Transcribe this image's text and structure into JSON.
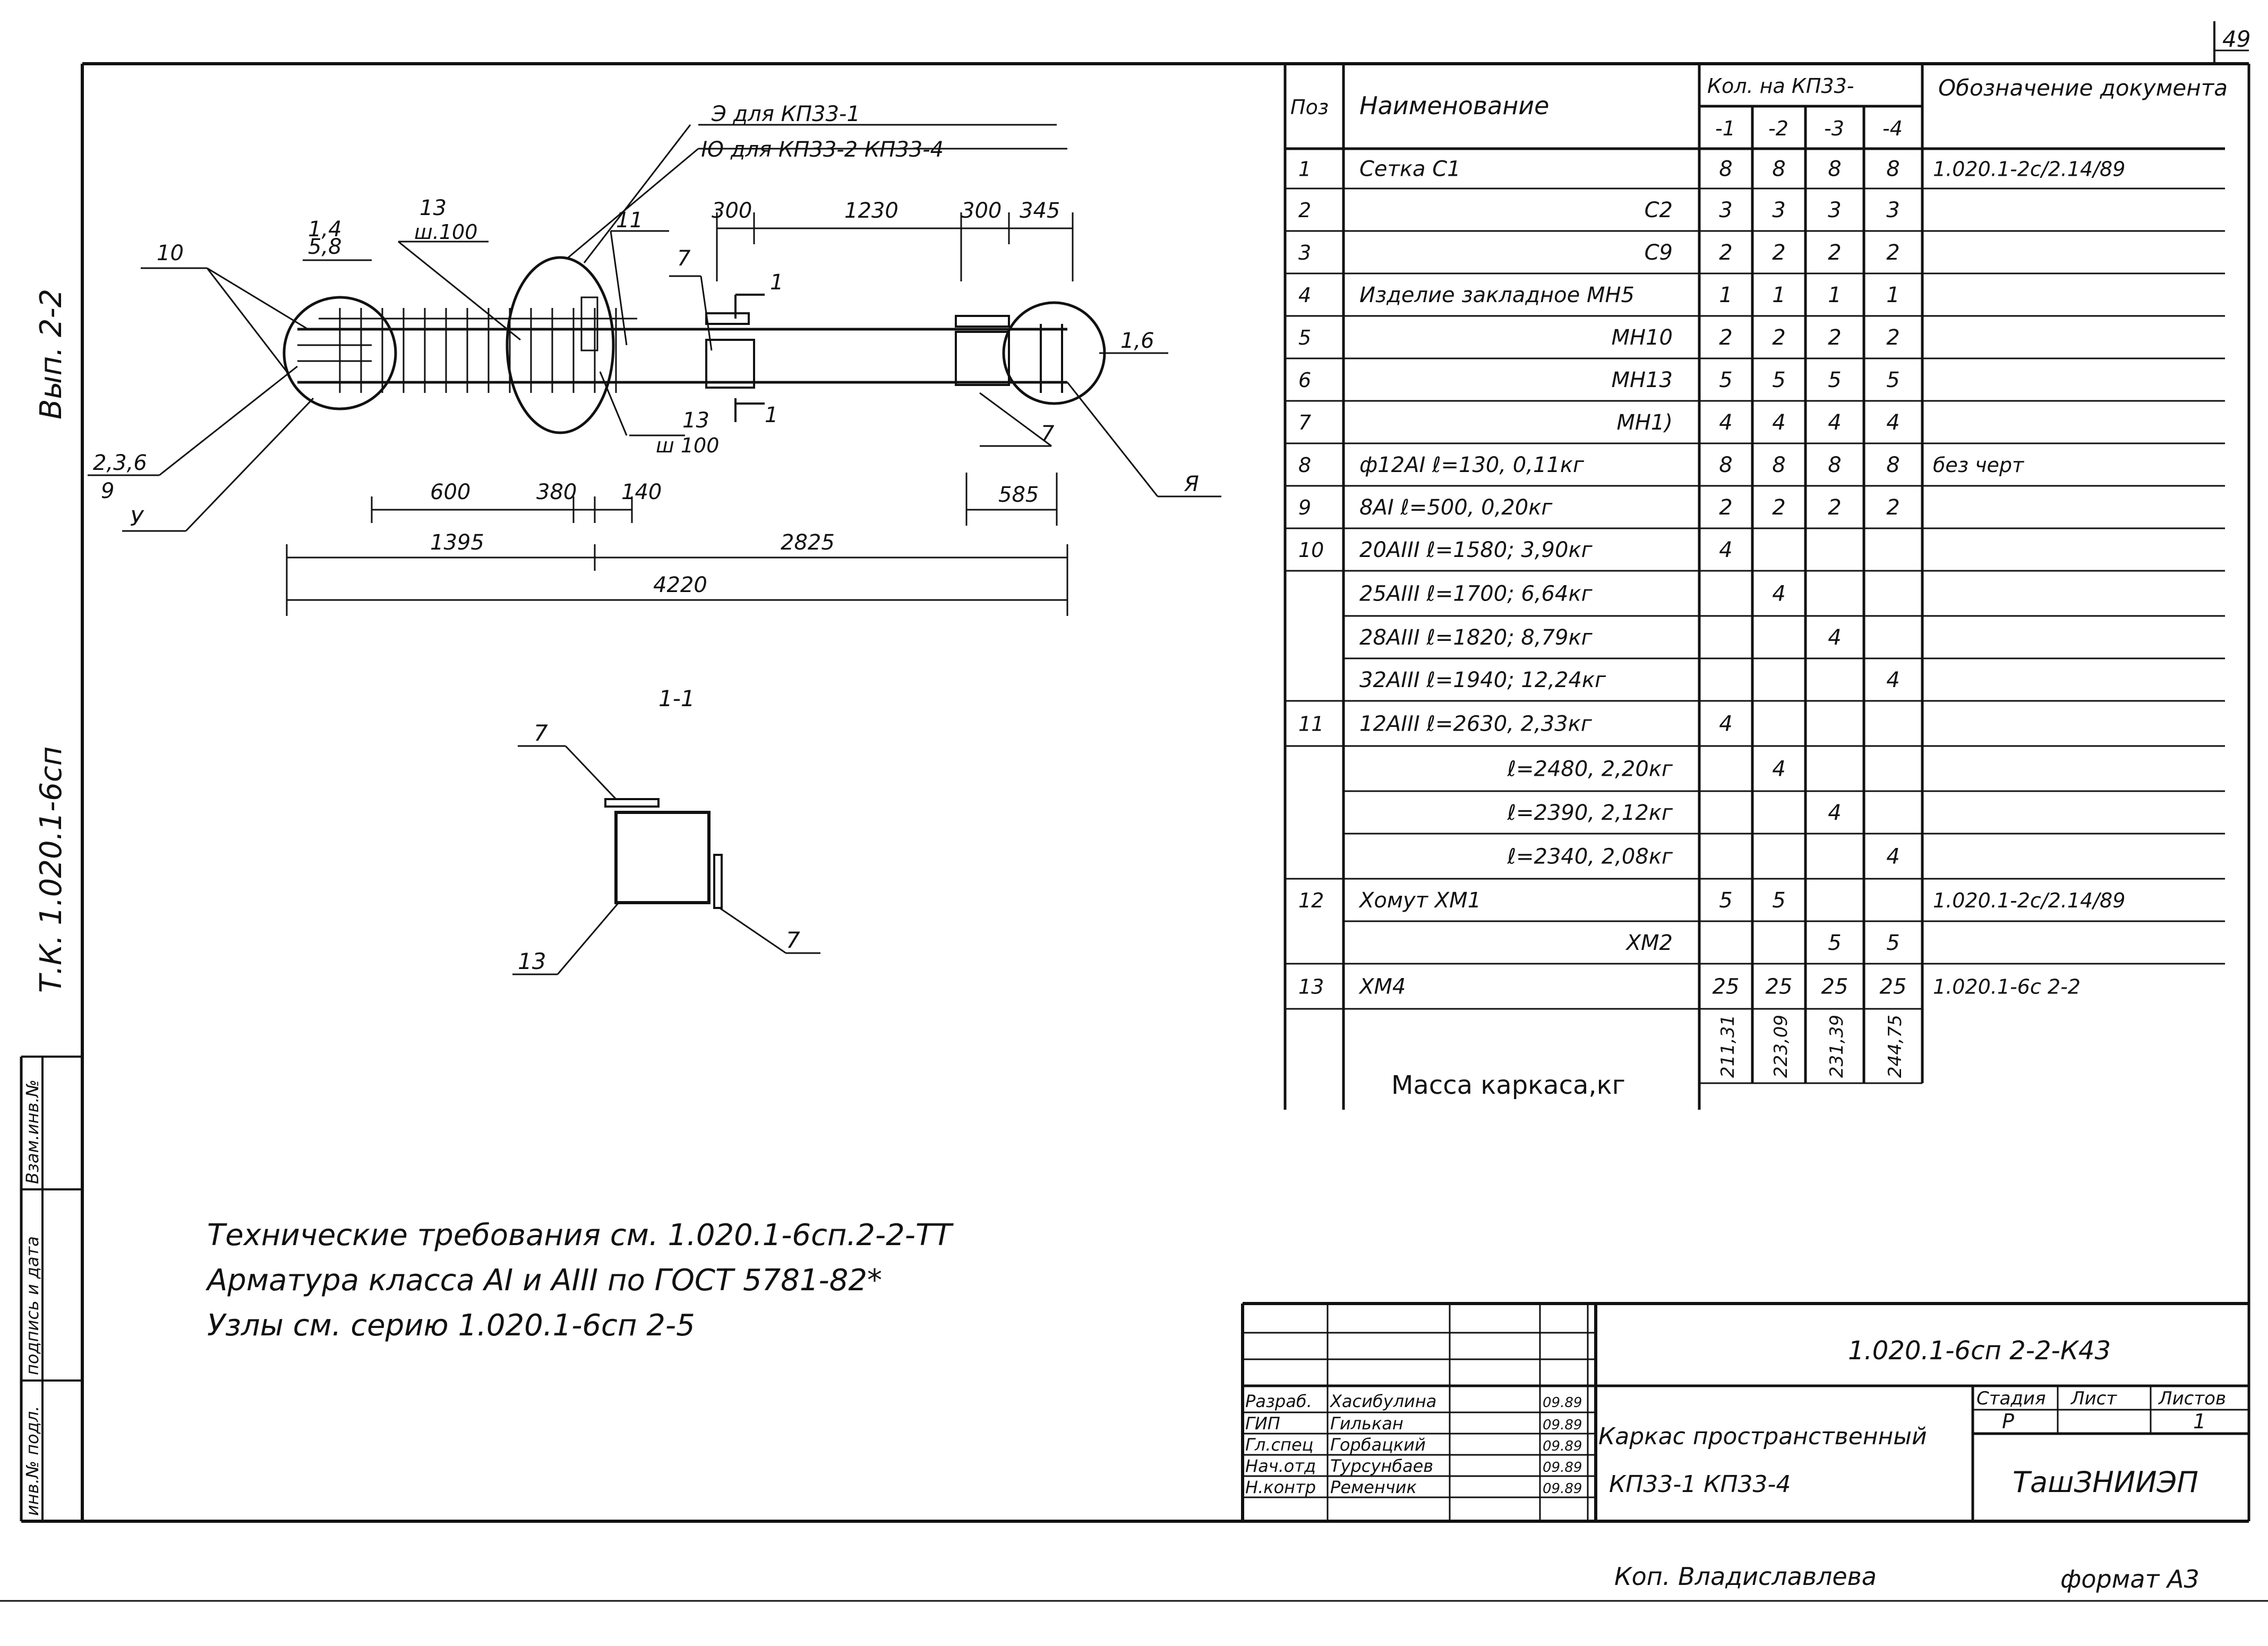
{
  "sheet": {
    "page_number": "49",
    "side_issue": "Вып. 2-2",
    "side_series": "Т.К. 1.020.1-6сп",
    "stamp_cols": [
      "инв.№ подл.",
      "подпись и дата",
      "Взам.инв.№"
    ],
    "copied_by": "Коп. Владиславлева",
    "format": "формат А3"
  },
  "drawing": {
    "callout_marks": [
      "Э для КП33-1",
      "Ю для КП33-2   КП33-4"
    ],
    "callout_positions": [
      "1,4\n5,8",
      "13\nш.100",
      "10",
      "11",
      "7",
      "1",
      "13\nш 100",
      "1",
      "1,6",
      "7",
      "Я",
      "2,3,6\n9",
      "У"
    ],
    "callout_labels": {
      "p14": "1,4",
      "p58": "5,8",
      "p13a": "13",
      "p13a_step": "ш.100",
      "p10": "10",
      "p11": "11",
      "p7a": "7",
      "s1a": "1",
      "p13b": "13",
      "p13b_step": "ш 100",
      "s1b": "1",
      "p16": "1,6",
      "p7b": "7",
      "pYa": "Я",
      "p236": "2,3,6",
      "p9": "9",
      "pU": "У"
    },
    "dims_top": [
      "300",
      "1230",
      "300",
      "345"
    ],
    "dims_bottom_1": [
      "600",
      "380",
      "140",
      "585"
    ],
    "dims_bottom_2": [
      "1395",
      "2825"
    ],
    "dim_total": "4220",
    "section": {
      "title": "1-1",
      "labels": [
        "7",
        "13",
        "7"
      ]
    }
  },
  "notes": [
    "Технические требования см. 1.020.1-6сп.2-2-ТТ",
    "Арматура класса АI и АIII по ГОСТ 5781-82*",
    "Узлы см. серию 1.020.1-6сп 2-5"
  ],
  "spec_table": {
    "headers": {
      "pos": "Поз",
      "name": "Наименование",
      "qty": "Кол. на КП33-",
      "doc": "Обозначение документа",
      "variants": [
        "-1",
        "-2",
        "-3",
        "-4"
      ]
    },
    "rows": [
      {
        "pos": "1",
        "name": "Сетка С1",
        "q": [
          "8",
          "8",
          "8",
          "8"
        ],
        "doc": "1.020.1-2с/2.14/89"
      },
      {
        "pos": "2",
        "name": "С2",
        "q": [
          "3",
          "3",
          "3",
          "3"
        ],
        "doc": ""
      },
      {
        "pos": "3",
        "name": "С9",
        "q": [
          "2",
          "2",
          "2",
          "2"
        ],
        "doc": ""
      },
      {
        "pos": "4",
        "name": "Изделие закладное МН5",
        "q": [
          "1",
          "1",
          "1",
          "1"
        ],
        "doc": ""
      },
      {
        "pos": "5",
        "name": "МН10",
        "q": [
          "2",
          "2",
          "2",
          "2"
        ],
        "doc": ""
      },
      {
        "pos": "6",
        "name": "МН13",
        "q": [
          "5",
          "5",
          "5",
          "5"
        ],
        "doc": ""
      },
      {
        "pos": "7",
        "name": "МН1)",
        "q": [
          "4",
          "4",
          "4",
          "4"
        ],
        "doc": ""
      },
      {
        "pos": "8",
        "name": "ф12АI  ℓ=130,  0,11кг",
        "q": [
          "8",
          "8",
          "8",
          "8"
        ],
        "doc": "без черт"
      },
      {
        "pos": "9",
        "name": "8АI   ℓ=500,  0,20кг",
        "q": [
          "2",
          "2",
          "2",
          "2"
        ],
        "doc": ""
      },
      {
        "pos": "10",
        "name": "20АIII  ℓ=1580; 3,90кг",
        "q": [
          "4",
          "",
          "",
          ""
        ],
        "doc": ""
      },
      {
        "pos": "",
        "name": "25АIII  ℓ=1700; 6,64кг",
        "q": [
          "",
          "4",
          "",
          ""
        ],
        "doc": ""
      },
      {
        "pos": "",
        "name": "28АIII  ℓ=1820; 8,79кг",
        "q": [
          "",
          "",
          "4",
          ""
        ],
        "doc": ""
      },
      {
        "pos": "",
        "name": "32АIII  ℓ=1940; 12,24кг",
        "q": [
          "",
          "",
          "",
          "4"
        ],
        "doc": ""
      },
      {
        "pos": "11",
        "name": "12АIII  ℓ=2630, 2,33кг",
        "q": [
          "4",
          "",
          "",
          ""
        ],
        "doc": ""
      },
      {
        "pos": "",
        "name": "ℓ=2480, 2,20кг",
        "q": [
          "",
          "4",
          "",
          ""
        ],
        "doc": ""
      },
      {
        "pos": "",
        "name": "ℓ=2390, 2,12кг",
        "q": [
          "",
          "",
          "4",
          ""
        ],
        "doc": ""
      },
      {
        "pos": "",
        "name": "ℓ=2340, 2,08кг",
        "q": [
          "",
          "",
          "",
          "4"
        ],
        "doc": ""
      },
      {
        "pos": "12",
        "name": "Хомут ХМ1",
        "q": [
          "5",
          "5",
          "",
          ""
        ],
        "doc": "1.020.1-2с/2.14/89"
      },
      {
        "pos": "",
        "name": "ХМ2",
        "q": [
          "",
          "",
          "5",
          "5"
        ],
        "doc": ""
      },
      {
        "pos": "13",
        "name": "ХМ4",
        "q": [
          "25",
          "25",
          "25",
          "25"
        ],
        "doc": "1.020.1-6с 2-2"
      }
    ],
    "mass_label": "Масса каркаса,кг",
    "mass_values": [
      "211,31",
      "223,09",
      "231,39",
      "244,75"
    ]
  },
  "title_block": {
    "code": "1.020.1-6сп 2-2-К43",
    "people": [
      {
        "role": "Разраб.",
        "name": "Хасибулина",
        "date": "09.89"
      },
      {
        "role": "ГИП",
        "name": "Гилькан",
        "date": "09.89"
      },
      {
        "role": "Гл.спец",
        "name": "Горбацкий",
        "date": "09.89"
      },
      {
        "role": "Нач.отд",
        "name": "Турсунбаев",
        "date": "09.89"
      },
      {
        "role": "Н.контр",
        "name": "Ременчик",
        "date": "09.89"
      }
    ],
    "title_line1": "Каркас пространственный",
    "title_line2": "КП33-1   КП33-4",
    "stage_h": "Стадия",
    "sheet_h": "Лист",
    "sheets_h": "Листов",
    "stage": "Р",
    "sheet": "",
    "sheets": "1",
    "org": "ТашЗНИИЭП"
  }
}
